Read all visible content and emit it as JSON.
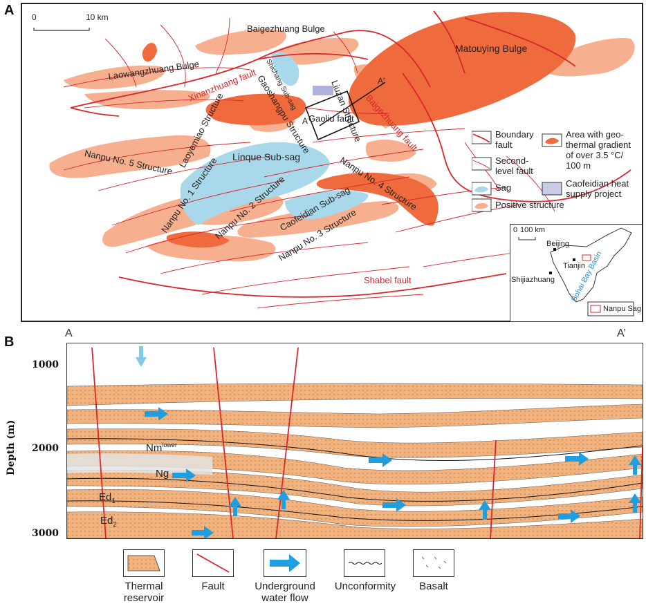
{
  "panel_a": {
    "letter": "A",
    "scale_bar": {
      "start": "0",
      "end": "10 km"
    },
    "labels": {
      "baigezhuang_bulge": "Baigezhuang Bulge",
      "laowangzhuang_bulge": "Laowangzhuang Bulge",
      "matouying_bulge": "Matouying Bulge",
      "shichang_sub_sag": "Shichang Sub-sag",
      "liuzan_structure": "Liuzan Structure",
      "gaoshangpu_structure": "Gaoshangpu Structure",
      "xinanzhuang_fault": "Xinanzhuang fault",
      "baigezhuang_fault": "Baigezhuang fault",
      "gaoliu_fault": "Gaoliu fault",
      "laoyemiao_structure": "Laoyemiao Structure",
      "nanpu_5": "Nanpu No. 5 Structure",
      "linque_sub_sag": "Linque Sub-sag",
      "nanpu_1": "Nanpu No. 1 Structure",
      "nanpu_4": "Nanpu No. 4 Structure",
      "nanpu_2": "Nanpu No. 2 Structure",
      "caofeidian_sub_sag": "Caofeidian Sub-sag",
      "nanpu_3": "Nanpu No. 3 Structure",
      "shabei_fault": "Shabei fault",
      "section_a": "A",
      "section_a_prime": "A'"
    },
    "legend": {
      "boundary_fault": "Boundary fault",
      "second_level_fault": "Second-level fault",
      "sag": "Sag",
      "positive_structure": "Positive structure",
      "geothermal_area": "Area with geo-thermal gradient of over 3.5 °C/ 100 m",
      "caofeidian_heat": "Caofeidian heat supply project"
    },
    "inset": {
      "scale_start": "0",
      "scale_end": "100 km",
      "beijing": "Beijing",
      "tianjin": "Tianjin",
      "shijiazhuang": "Shijiazhuang",
      "basin": "Bohai Bay Basin",
      "nanpu_sag": "Nanpu Sag"
    }
  },
  "panel_b": {
    "letter": "B",
    "end_left": "A",
    "end_right": "A’",
    "y_axis_title": "Depth (m)",
    "y_ticks": [
      "1000",
      "2000",
      "3000"
    ],
    "layer_labels": {
      "nm": "Nm",
      "nm_sup": "lower",
      "ng": "Ng",
      "ed1": "Ed",
      "ed1_sub": "1",
      "ed2": "Ed",
      "ed2_sub": "2"
    },
    "legend": {
      "thermal_reservoir": "Thermal reservoir",
      "fault": "Fault",
      "water_flow": "Underground water flow",
      "unconformity": "Unconformity",
      "basalt": "Basalt"
    }
  },
  "colors": {
    "positive_structure": "#f6b08f",
    "geothermal": "#ef6a3c",
    "sag": "#a8d8ea",
    "fault": "#d8262b",
    "reservoir": "#f2b27e",
    "arrow": "#1f9ee0"
  }
}
